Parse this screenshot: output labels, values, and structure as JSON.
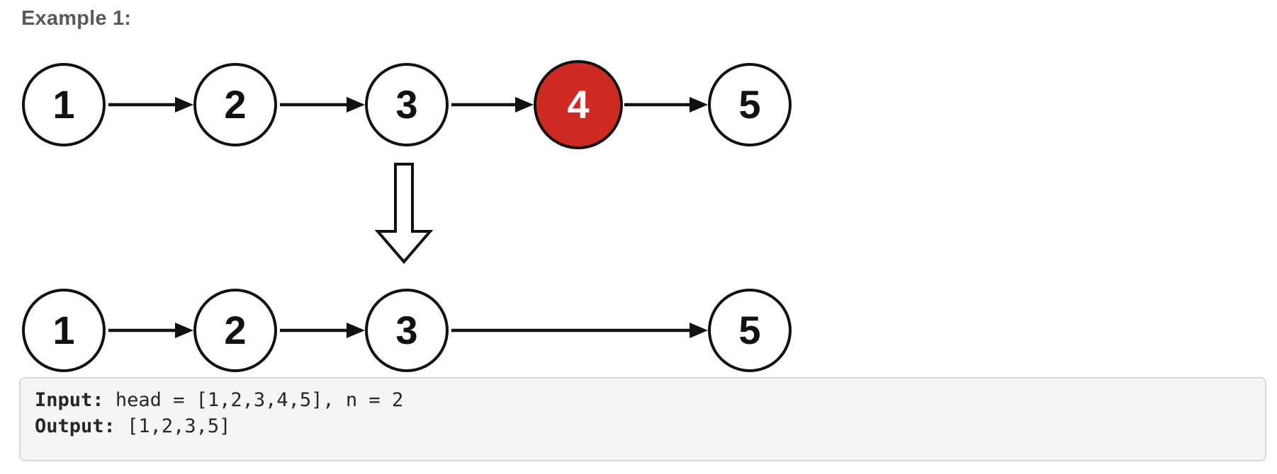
{
  "example": {
    "title": "Example 1:"
  },
  "diagram": {
    "before_nodes": [
      {
        "label": "1"
      },
      {
        "label": "2"
      },
      {
        "label": "3"
      },
      {
        "label": "4",
        "highlighted": true
      },
      {
        "label": "5"
      }
    ],
    "after_nodes": [
      {
        "label": "1"
      },
      {
        "label": "2"
      },
      {
        "label": "3"
      },
      {
        "label": "5"
      }
    ]
  },
  "io_block": {
    "input_label": "Input:",
    "input_value": "head = [1,2,3,4,5], n = 2",
    "output_label": "Output:",
    "output_value": "[1,2,3,5]"
  },
  "colors": {
    "highlight-fill": "#cd2b21",
    "highlight-text": "#ffffff",
    "node-stroke": "#111111",
    "title-text": "#595959",
    "code-text": "#262626",
    "code-bg": "#f5f5f5",
    "code-border": "#d8d8d8"
  }
}
